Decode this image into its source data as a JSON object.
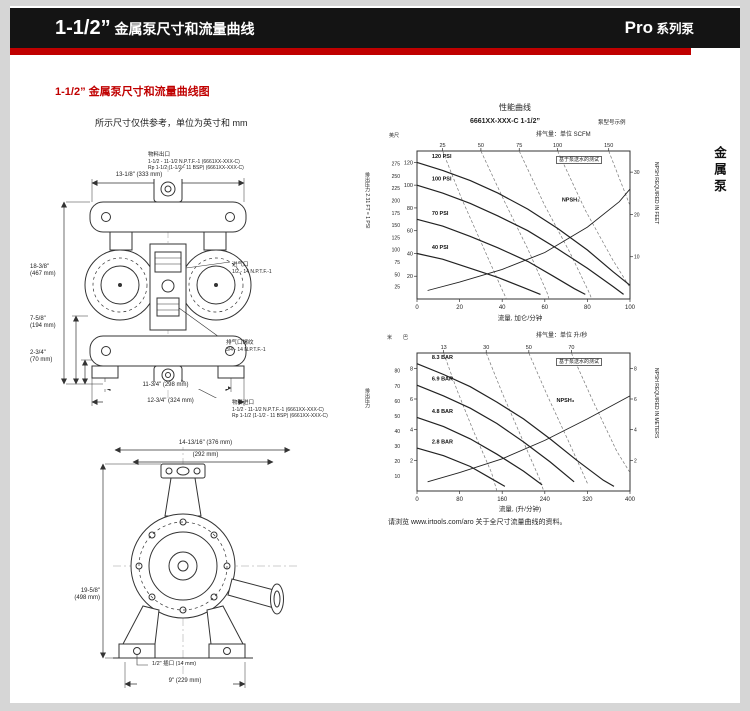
{
  "header": {
    "title_big": "1-1/2”",
    "title_rest": " 金属泵尺寸和流量曲线",
    "brand_big": "Pro",
    "brand_rest": " 系列泵"
  },
  "side_tab": "金属泵",
  "section": {
    "heading": "1-1/2” 金属泵尺寸和流量曲线图",
    "note": "所示尺寸仅供参考，单位为英寸和 mm"
  },
  "charts_title": "性能曲线",
  "caption_pre": "请浏览 ",
  "caption_url": "www.irtools.com/aro",
  "caption_post": " 关于全尺寸流量曲线的资料。",
  "drawing1": {
    "dim_width": "13-1/8\" (333 mm)",
    "dim_height": "18-3/8\"",
    "dim_height_mm": "(467 mm)",
    "dim_194": "7-5/8\"",
    "dim_194_mm": "(194 mm)",
    "dim_70": "2-3/4\"",
    "dim_70_mm": "(70 mm)",
    "dim_298": "11-3/4\" (298 mm)",
    "dim_324": "12-3/4\" (324 mm)",
    "outlet_title": "物料出口",
    "outlet_l1": "1-1/2 - 11-1/2 N.P.T.F.-1 (6661XX-XXX-C)",
    "outlet_l2": "Rp 1-1/2 (1-1/2 - 11 BSP) (6661XX-XXX-C)",
    "air_title": "进气口",
    "air_l1": "1/2 - 14 N.P.T.F.-1",
    "exhaust_title": "排气口螺纹",
    "exhaust_l1": "3/4 - 14 N.P.T.F.-1",
    "inlet_title": "物料进口",
    "inlet_l1": "1-1/2 - 11-1/2 N.P.T.F.-1 (6661XX-XXX-C)",
    "inlet_l2": "Rp 1-1/2 (1-1/2 - 11 BSP) (6661XX-XXX-C)"
  },
  "drawing2": {
    "dim_376": "14-13/16\" (376 mm)",
    "dim_292": "(292 mm)",
    "dim_498": "19-5/8\"",
    "dim_498_mm": "(498 mm)",
    "port": "1/2\" 插口 (14 mm)",
    "dim_229": "9\" (229 mm)"
  },
  "chart_data": [
    {
      "type": "line",
      "title": "6661XX-XXX-C  1-1/2”",
      "title_note": "泵型号示例",
      "inner_note": "基于泵送水的测试",
      "top_axis_label": "排气量：单位  SCFM",
      "xlabel": "流量, 加仑/分钟",
      "ylabel": "排出压力 2.31 FT = 1 PSI",
      "right_axis_label": "NPSH REQUIRED IN FEET",
      "unit_left_outer": "英尺",
      "xlim": [
        0,
        100
      ],
      "ylim": [
        0,
        130
      ],
      "right_ylim": [
        0,
        35
      ],
      "x_ticks": [
        0,
        20,
        40,
        60,
        80,
        100
      ],
      "y_ticks": [
        20,
        40,
        60,
        80,
        100,
        120
      ],
      "y_ticks_outer": [
        25,
        50,
        75,
        100,
        125,
        150,
        175,
        200,
        225,
        250,
        275
      ],
      "outer_per_unit": 2.31,
      "right_ticks": [
        10,
        20,
        30
      ],
      "top_ticks": [
        {
          "label": "25",
          "x": 12
        },
        {
          "label": "50",
          "x": 30
        },
        {
          "label": "75",
          "x": 48
        },
        {
          "label": "100",
          "x": 66
        },
        {
          "label": "150",
          "x": 90
        }
      ],
      "series": [
        {
          "name": "120 PSI",
          "points": [
            [
              0,
              120
            ],
            [
              12,
              113
            ],
            [
              25,
              104
            ],
            [
              38,
              93
            ],
            [
              52,
              79
            ],
            [
              66,
              62
            ],
            [
              80,
              43
            ],
            [
              92,
              24
            ],
            [
              100,
              12
            ]
          ],
          "label_at": [
            7,
            124
          ]
        },
        {
          "name": "100 PSI",
          "points": [
            [
              0,
              100
            ],
            [
              12,
              93
            ],
            [
              25,
              84
            ],
            [
              38,
              73
            ],
            [
              52,
              60
            ],
            [
              66,
              44
            ],
            [
              80,
              27
            ],
            [
              92,
              11
            ],
            [
              97,
              4
            ]
          ],
          "label_at": [
            7,
            104
          ]
        },
        {
          "name": "70 PSI",
          "points": [
            [
              0,
              70
            ],
            [
              12,
              64
            ],
            [
              25,
              55
            ],
            [
              38,
              45
            ],
            [
              52,
              33
            ],
            [
              64,
              20
            ],
            [
              74,
              9
            ],
            [
              79,
              4
            ]
          ],
          "label_at": [
            7,
            74
          ]
        },
        {
          "name": "40 PSI",
          "points": [
            [
              0,
              40
            ],
            [
              12,
              35
            ],
            [
              25,
              27
            ],
            [
              38,
              19
            ],
            [
              50,
              10
            ],
            [
              58,
              4
            ]
          ],
          "label_at": [
            7,
            44
          ]
        },
        {
          "name": "NPSH₃",
          "axis": "right",
          "points": [
            [
              5,
              2
            ],
            [
              20,
              4
            ],
            [
              40,
              7
            ],
            [
              60,
              11
            ],
            [
              80,
              17
            ],
            [
              95,
              23
            ],
            [
              100,
              26
            ]
          ],
          "label_at": [
            68,
            23
          ]
        }
      ],
      "air_lines": [
        [
          [
            12,
            130
          ],
          [
            21,
            88
          ],
          [
            31,
            46
          ],
          [
            40,
            8
          ],
          [
            42,
            0
          ]
        ],
        [
          [
            30,
            130
          ],
          [
            41,
            86
          ],
          [
            52,
            44
          ],
          [
            61,
            6
          ],
          [
            62,
            0
          ]
        ],
        [
          [
            48,
            130
          ],
          [
            60,
            82
          ],
          [
            72,
            40
          ],
          [
            81,
            5
          ],
          [
            82,
            0
          ]
        ],
        [
          [
            66,
            130
          ],
          [
            79,
            78
          ],
          [
            92,
            34
          ],
          [
            100,
            10
          ]
        ],
        [
          [
            90,
            130
          ],
          [
            100,
            82
          ]
        ]
      ]
    },
    {
      "type": "line",
      "title": "",
      "inner_note": "基于泵送水的测试",
      "top_axis_label": "排气量：单位  升/秒",
      "xlabel": "流量, (升/分钟)",
      "ylabel": "排出压力",
      "right_axis_label": "NPSH REQUIRED IN METERS",
      "unit_left_outer": "米",
      "unit_left_inner": "巴",
      "xlim": [
        0,
        400
      ],
      "ylim": [
        0,
        9
      ],
      "right_ylim": [
        0,
        9
      ],
      "x_ticks": [
        0,
        80,
        160,
        240,
        320,
        400
      ],
      "y_ticks": [
        2,
        4,
        6,
        8
      ],
      "y_ticks_outer": [
        10,
        20,
        30,
        40,
        50,
        60,
        70,
        80
      ],
      "outer_per_unit": 10.2,
      "right_ticks": [
        2,
        4,
        6,
        8
      ],
      "top_ticks": [
        {
          "label": "13",
          "x": 50
        },
        {
          "label": "30",
          "x": 130
        },
        {
          "label": "50",
          "x": 210
        },
        {
          "label": "70",
          "x": 290
        }
      ],
      "series": [
        {
          "name": "8.3 BAR",
          "points": [
            [
              0,
              8.3
            ],
            [
              50,
              7.6
            ],
            [
              100,
              6.8
            ],
            [
              150,
              5.8
            ],
            [
              200,
              4.7
            ],
            [
              250,
              3.4
            ],
            [
              300,
              2.0
            ],
            [
              350,
              0.7
            ],
            [
              370,
              0.3
            ]
          ],
          "label_at": [
            28,
            8.6
          ]
        },
        {
          "name": "6.9 BAR",
          "points": [
            [
              0,
              6.9
            ],
            [
              50,
              6.2
            ],
            [
              100,
              5.4
            ],
            [
              150,
              4.4
            ],
            [
              200,
              3.2
            ],
            [
              250,
              1.9
            ],
            [
              295,
              0.6
            ]
          ],
          "label_at": [
            28,
            7.2
          ]
        },
        {
          "name": "4.8 BAR",
          "points": [
            [
              0,
              4.8
            ],
            [
              50,
              4.2
            ],
            [
              100,
              3.4
            ],
            [
              150,
              2.4
            ],
            [
              200,
              1.3
            ],
            [
              235,
              0.4
            ]
          ],
          "label_at": [
            28,
            5.1
          ]
        },
        {
          "name": "2.8 BAR",
          "points": [
            [
              0,
              2.8
            ],
            [
              50,
              2.3
            ],
            [
              100,
              1.6
            ],
            [
              140,
              0.8
            ],
            [
              165,
              0.3
            ]
          ],
          "label_at": [
            28,
            3.1
          ]
        },
        {
          "name": "NPSH₃",
          "axis": "right",
          "points": [
            [
              20,
              0.6
            ],
            [
              80,
              1.2
            ],
            [
              160,
              2.1
            ],
            [
              240,
              3.3
            ],
            [
              320,
              4.7
            ],
            [
              400,
              6.2
            ]
          ],
          "label_at": [
            262,
            5.8
          ]
        }
      ],
      "air_lines": [
        [
          [
            50,
            9
          ],
          [
            75,
            6.6
          ],
          [
            105,
            4.0
          ],
          [
            140,
            1.2
          ],
          [
            150,
            0
          ]
        ],
        [
          [
            130,
            9
          ],
          [
            160,
            6.4
          ],
          [
            195,
            3.6
          ],
          [
            230,
            0.8
          ],
          [
            238,
            0
          ]
        ],
        [
          [
            210,
            9
          ],
          [
            245,
            6.2
          ],
          [
            285,
            3.2
          ],
          [
            320,
            0.5
          ]
        ],
        [
          [
            290,
            9
          ],
          [
            330,
            5.9
          ],
          [
            375,
            2.6
          ],
          [
            400,
            1.2
          ]
        ]
      ]
    }
  ]
}
